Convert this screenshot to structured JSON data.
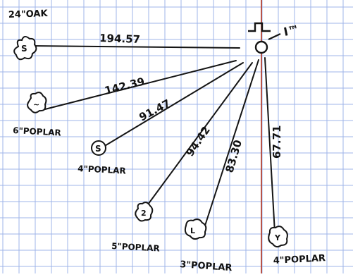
{
  "sketch": {
    "colors": {
      "paper": "#ffffff",
      "grid": "#9fb4e8",
      "ink": "#141414",
      "red_line": "#b53520"
    },
    "corner_point_label": "I™",
    "trees": [
      {
        "label": "24\"OAK"
      },
      {
        "label": "6\"POPLAR"
      },
      {
        "label": "4\"POPLAR"
      },
      {
        "label": "5\"POPLAR"
      },
      {
        "label": "3\"POPLAR"
      },
      {
        "label": "4\"POPLAR"
      }
    ],
    "distances": [
      {
        "value": "194.57"
      },
      {
        "value": "142.39"
      },
      {
        "value": "91.47"
      },
      {
        "value": "94.42"
      },
      {
        "value": "83.30"
      },
      {
        "value": "67.71"
      }
    ]
  }
}
